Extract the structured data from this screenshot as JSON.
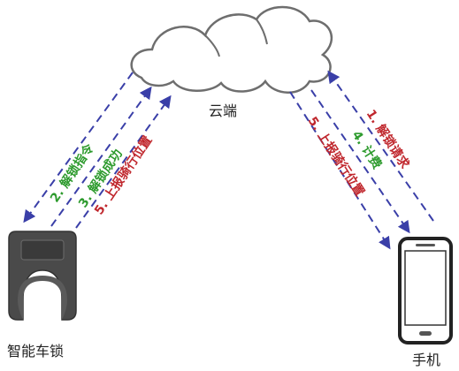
{
  "nodes": {
    "cloud": {
      "label": "云端"
    },
    "lock": {
      "label": "智能车锁",
      "icon": "smart-lock-icon"
    },
    "phone": {
      "label": "手机",
      "icon": "smartphone-icon"
    }
  },
  "edges": {
    "unlock_command": {
      "label": "2. 解锁指令",
      "color": "#2e9b2e"
    },
    "unlock_success": {
      "label": "3. 解锁成功",
      "color": "#2e9b2e"
    },
    "report_position_lock": {
      "label": "5. 上报骑行位置",
      "color": "#c0272d"
    },
    "unlock_request": {
      "label": "1. 解锁请求",
      "color": "#c0272d"
    },
    "billing": {
      "label": "4. 计费",
      "color": "#2e9b2e"
    },
    "report_position_phone": {
      "label": "5. 上报骑行位置",
      "color": "#c0272d"
    }
  },
  "colors": {
    "arrow": "#3a3fa8",
    "outline": "#555555",
    "lock_body": "#4a4a4a",
    "phone_body": "#222222"
  }
}
